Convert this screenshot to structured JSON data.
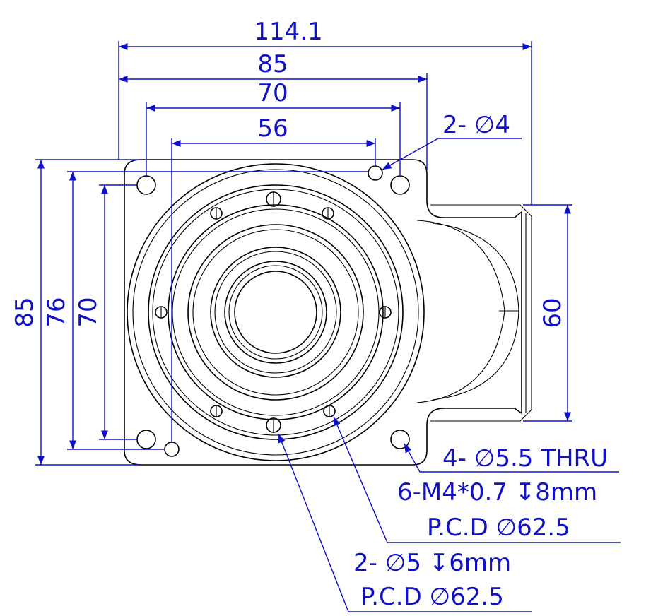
{
  "colors": {
    "dimension": "#1010c8",
    "part": "#000000",
    "background": "#ffffff"
  },
  "dimensions": {
    "top_114": "114.1",
    "top_85": "85",
    "top_70": "70",
    "top_56": "56",
    "left_85": "85",
    "left_76": "76",
    "left_70": "70",
    "right_60": "60"
  },
  "callouts": {
    "holes_4": "2- ∅4",
    "thru_holes": "4- ∅5.5 THRU",
    "tapped": "6-M4*0.7 ↧8mm",
    "pcd_1": "P.C.D ∅62.5",
    "pin_holes": "2- ∅5 ↧6mm",
    "pcd_2": "P.C.D ∅62.5"
  }
}
